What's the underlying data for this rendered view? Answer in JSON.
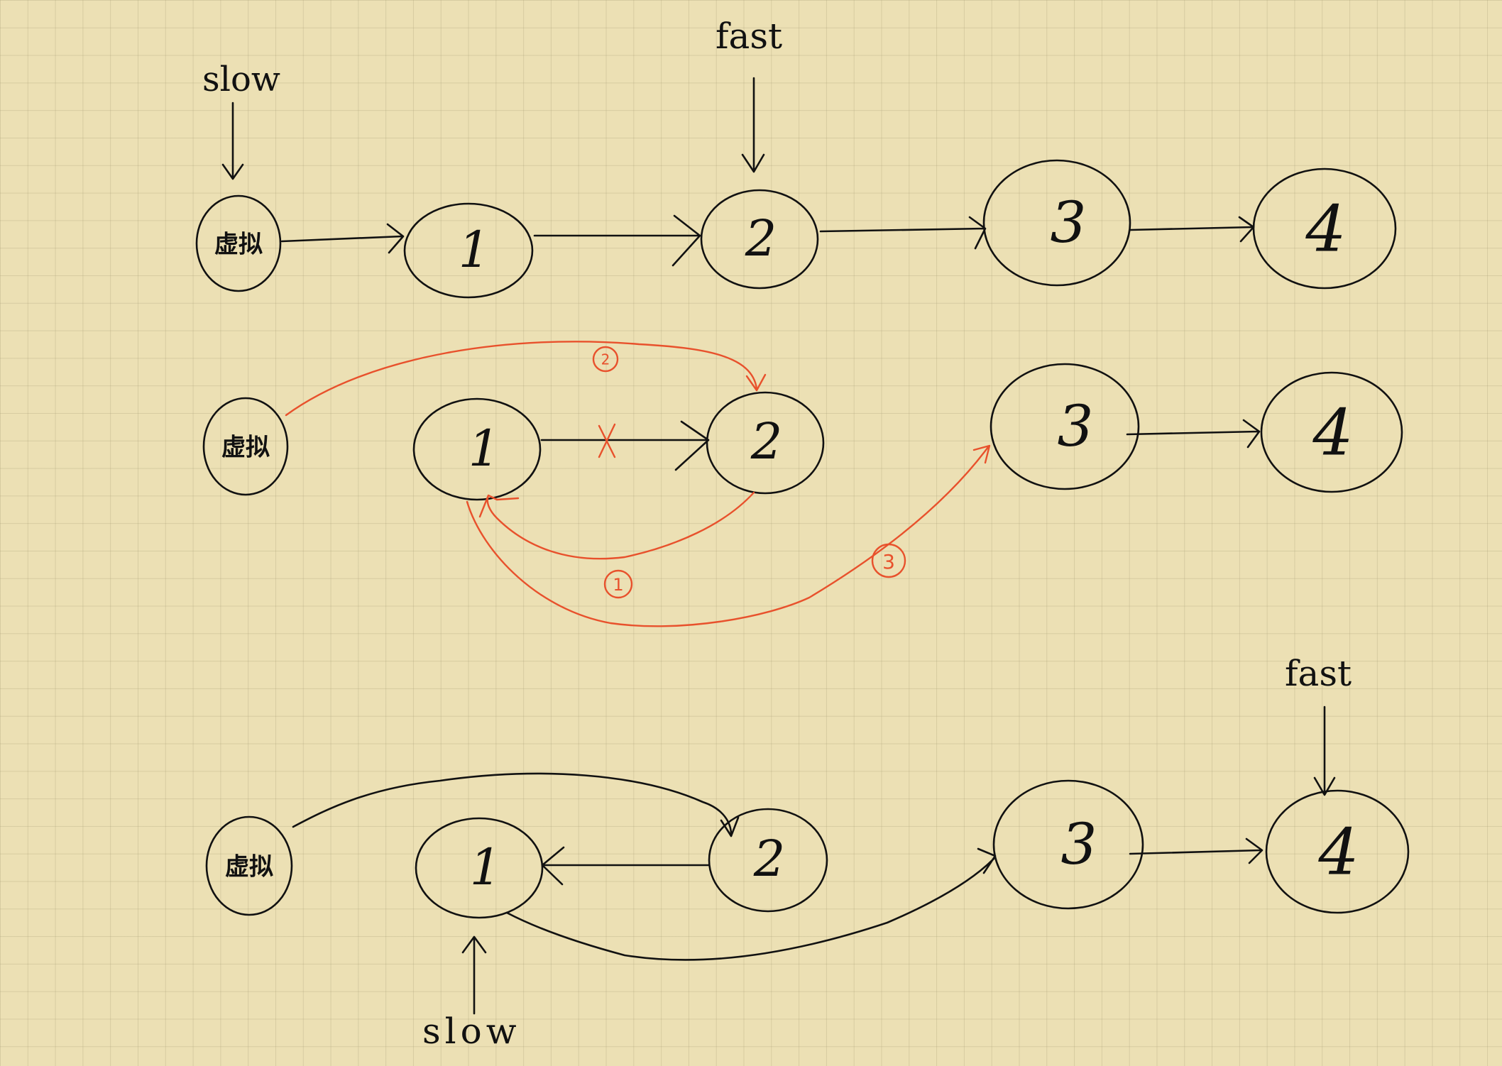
{
  "pointers": {
    "slow": "slow",
    "fast": "fast"
  },
  "nodes": {
    "dummy": "虚拟",
    "n1": "1",
    "n2": "2",
    "n3": "3",
    "n4": "4"
  },
  "steps": {
    "s1": "1",
    "s2": "2",
    "s3": "3"
  },
  "colors": {
    "ink": "#111111",
    "highlight": "#e8512c",
    "paper": "#ece0b4"
  }
}
